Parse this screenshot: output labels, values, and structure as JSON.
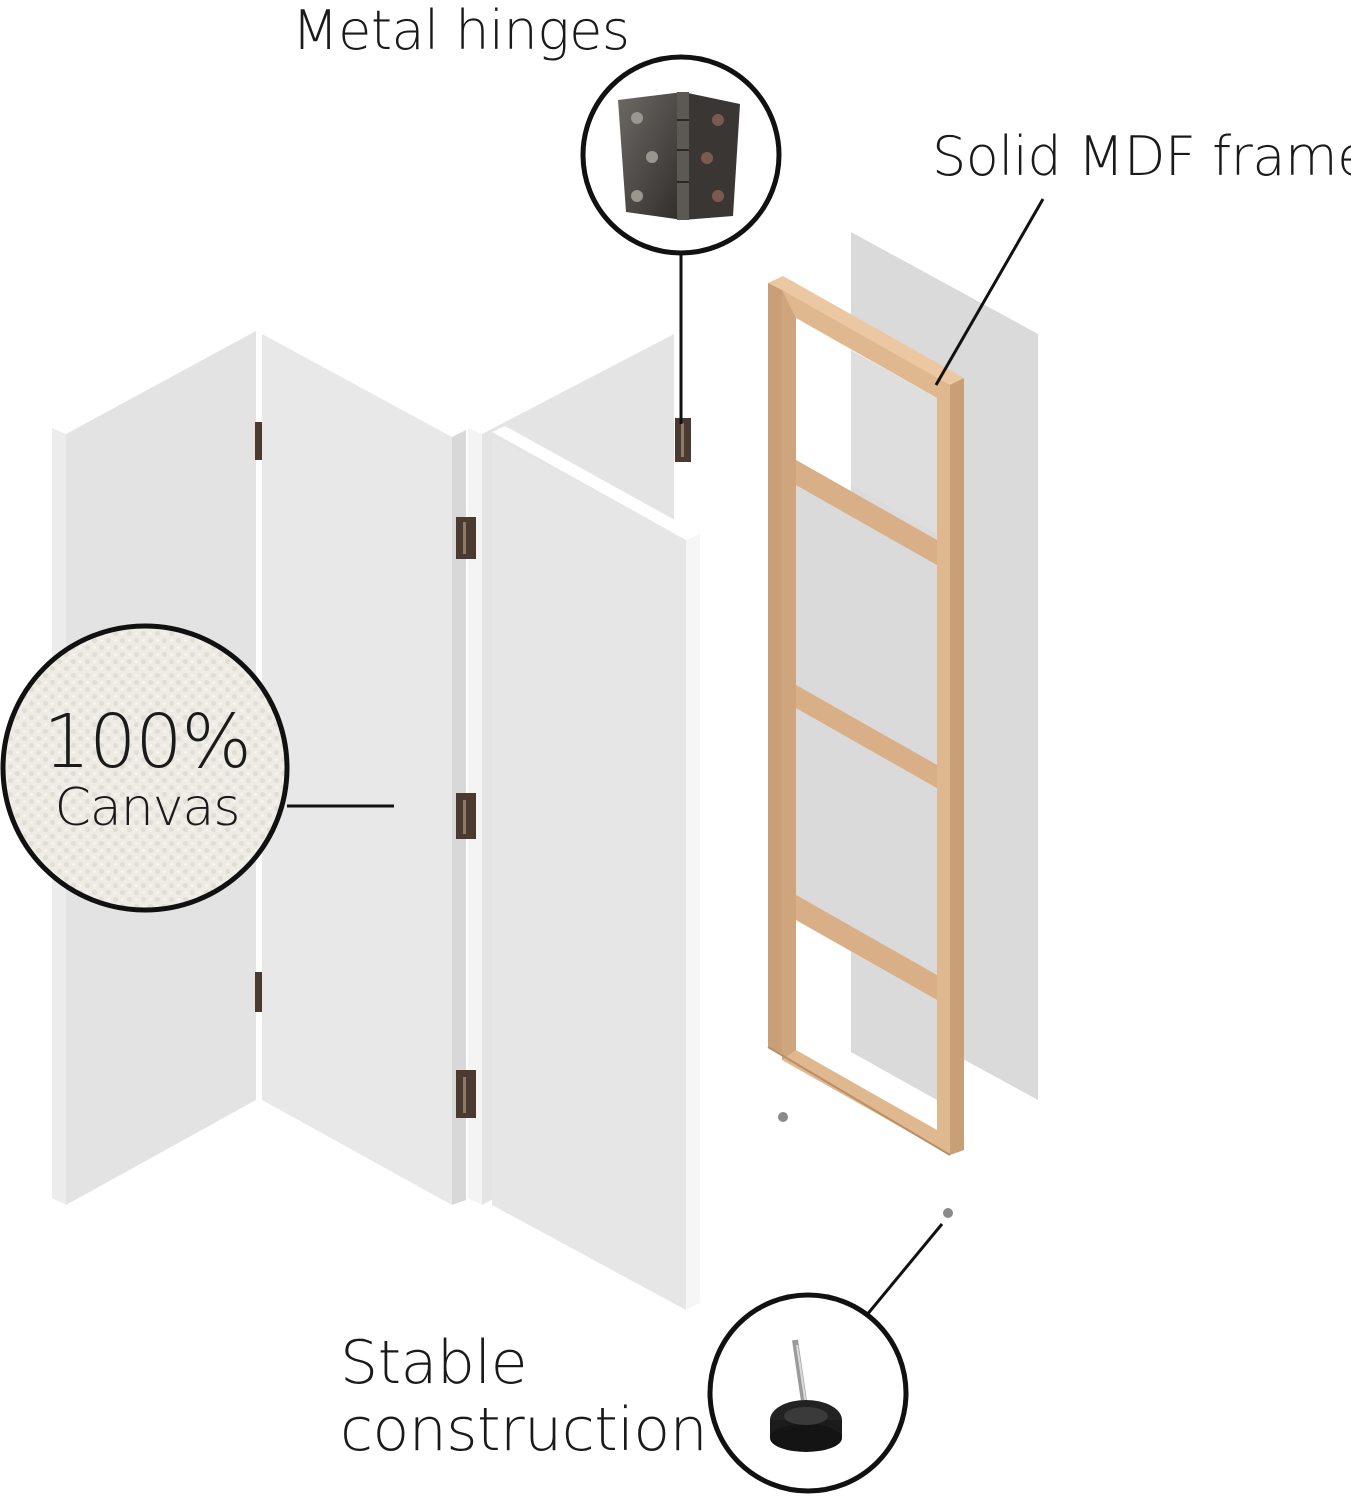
{
  "callouts": {
    "hinges": {
      "label": "Metal hinges",
      "icon": "hinge-icon"
    },
    "frame": {
      "label": "Solid MDF frame"
    },
    "canvas": {
      "percent": "100%",
      "material": "Canvas",
      "icon": "canvas-texture-icon"
    },
    "stability": {
      "line1": "Stable",
      "line2": "construction",
      "icon": "glide-foot-icon"
    }
  },
  "colors": {
    "panel_face": "#e6e6e6",
    "panel_edge": "#ffffff",
    "panel_shade": "#d2d2d2",
    "frame_wood": "#e0b890",
    "frame_wood_dark": "#c99f78",
    "back_sheet": "#dadada",
    "hinge": "#4a3a30",
    "outline": "#111111"
  }
}
